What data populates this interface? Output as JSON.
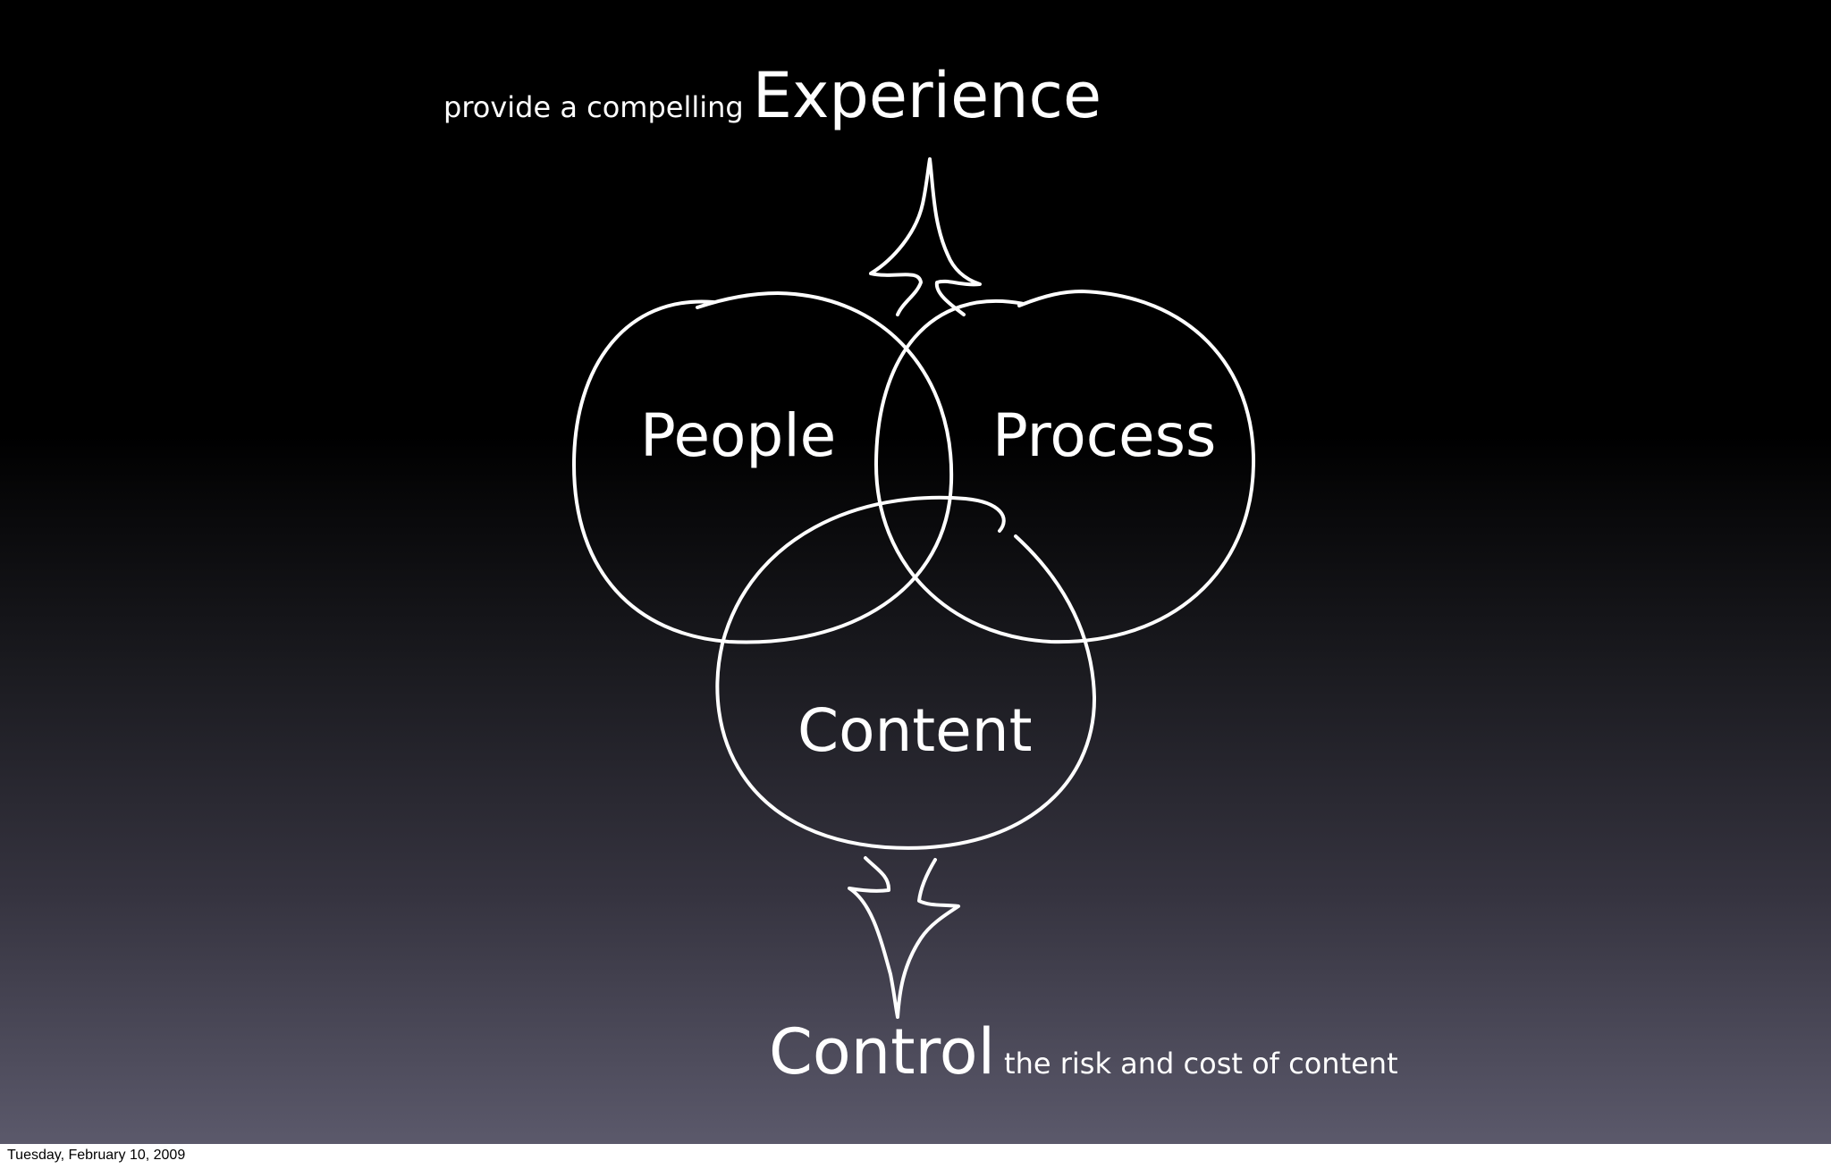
{
  "slide": {
    "top_caption": {
      "prefix": "provide a compelling",
      "emphasis": "Experience"
    },
    "circles": {
      "people": "People",
      "process": "Process",
      "content": "Content"
    },
    "bottom_caption": {
      "emphasis": "Control",
      "suffix": "the risk and cost of content"
    }
  },
  "footer": {
    "date": "Tuesday, February 10, 2009"
  },
  "colors": {
    "background_top": "#000000",
    "background_bottom": "#5b596b",
    "foreground": "#ffffff"
  }
}
